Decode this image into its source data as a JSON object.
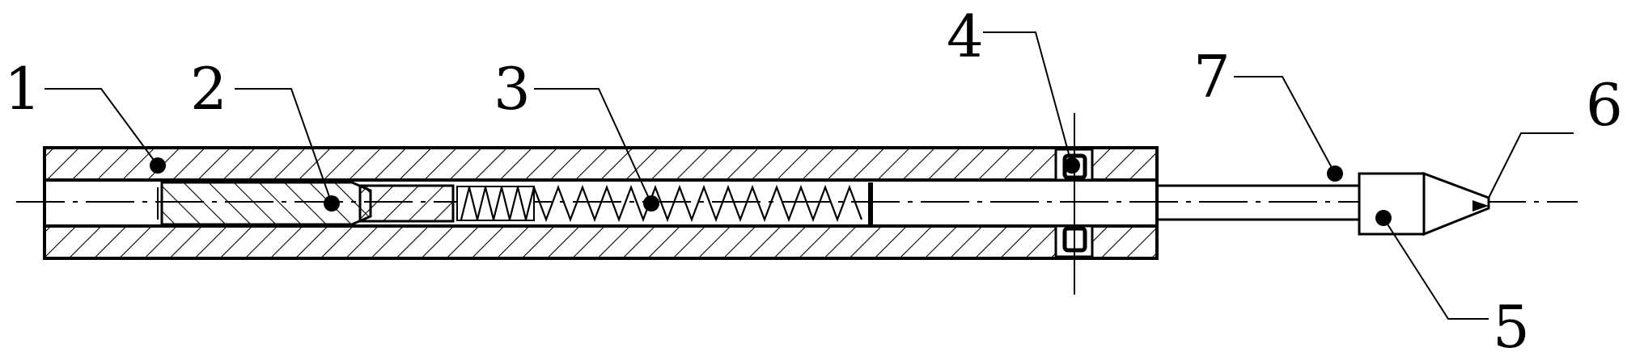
{
  "labels": {
    "part1": "1",
    "part2": "2",
    "part3": "3",
    "part4": "4",
    "part5": "5",
    "part6": "6",
    "part7": "7"
  },
  "colors": {
    "ink": "#000000",
    "background": "#ffffff"
  }
}
